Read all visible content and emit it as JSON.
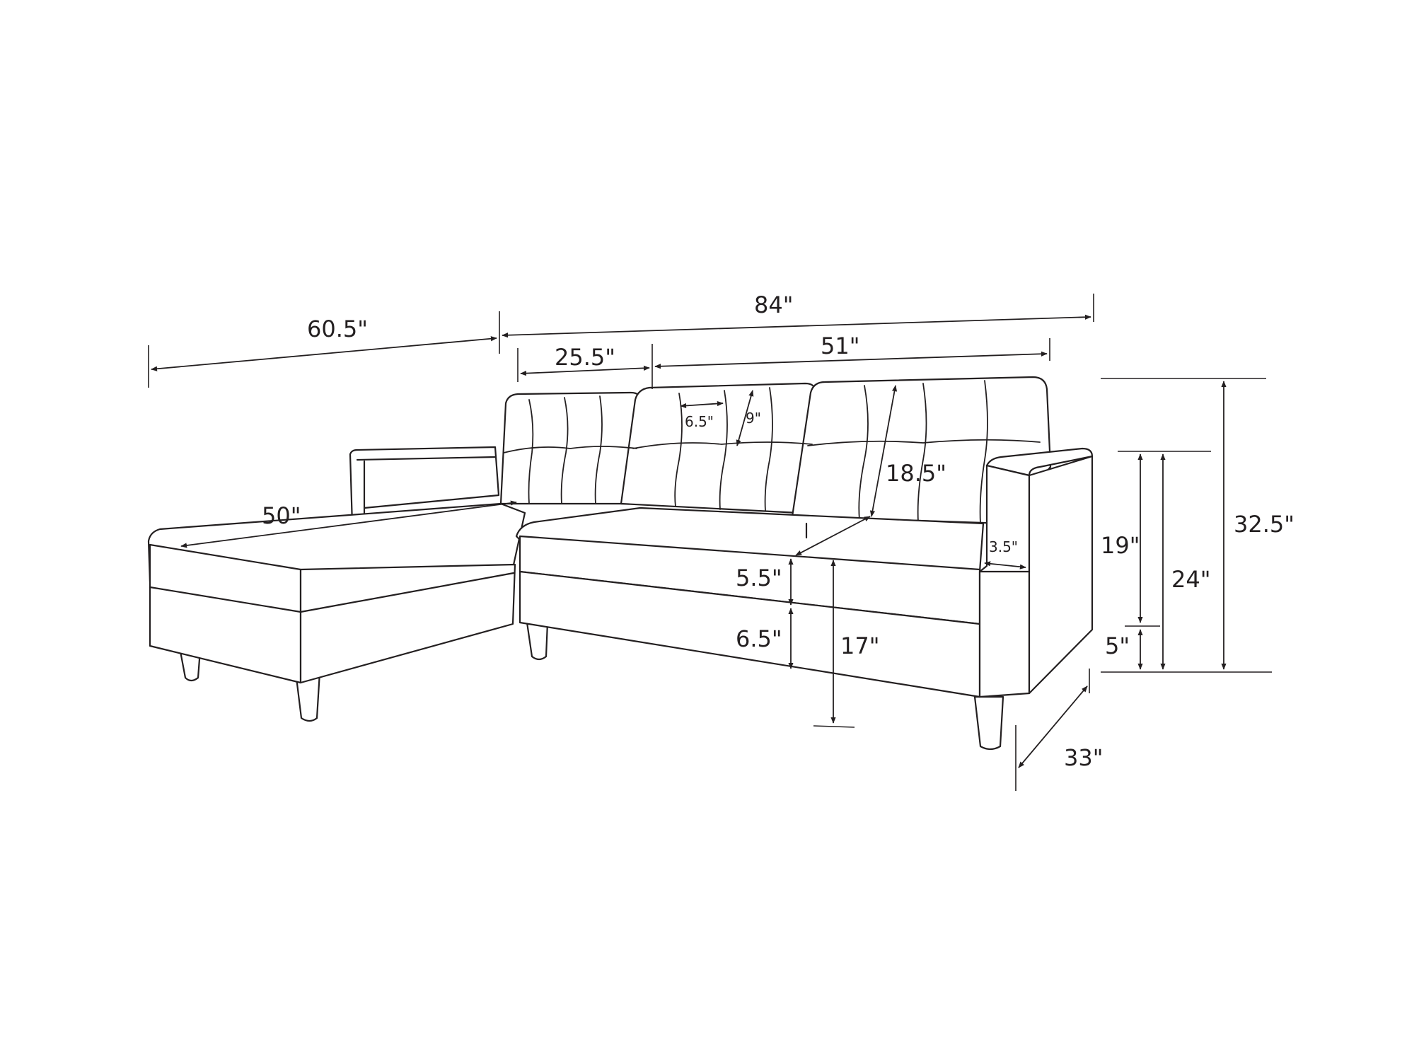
{
  "dimensions": {
    "chaise_total_width": "60.5\"",
    "sofa_total_width": "84\"",
    "cushion_width": "25.5\"",
    "loveseat_back_width": "51\"",
    "tuft_width": "6.5\"",
    "tuft_height": "9\"",
    "chaise_length": "50\"",
    "back_height": "18.5\"",
    "arm_width": "3.5\"",
    "cushion_thickness": "5.5\"",
    "base_height": "6.5\"",
    "seat_height": "17\"",
    "arm_height": "19\"",
    "arm_total_height": "24\"",
    "leg_height": "5\"",
    "total_height": "32.5\"",
    "depth": "33\""
  },
  "colors": {
    "line": "#231f20",
    "background": "#ffffff"
  }
}
